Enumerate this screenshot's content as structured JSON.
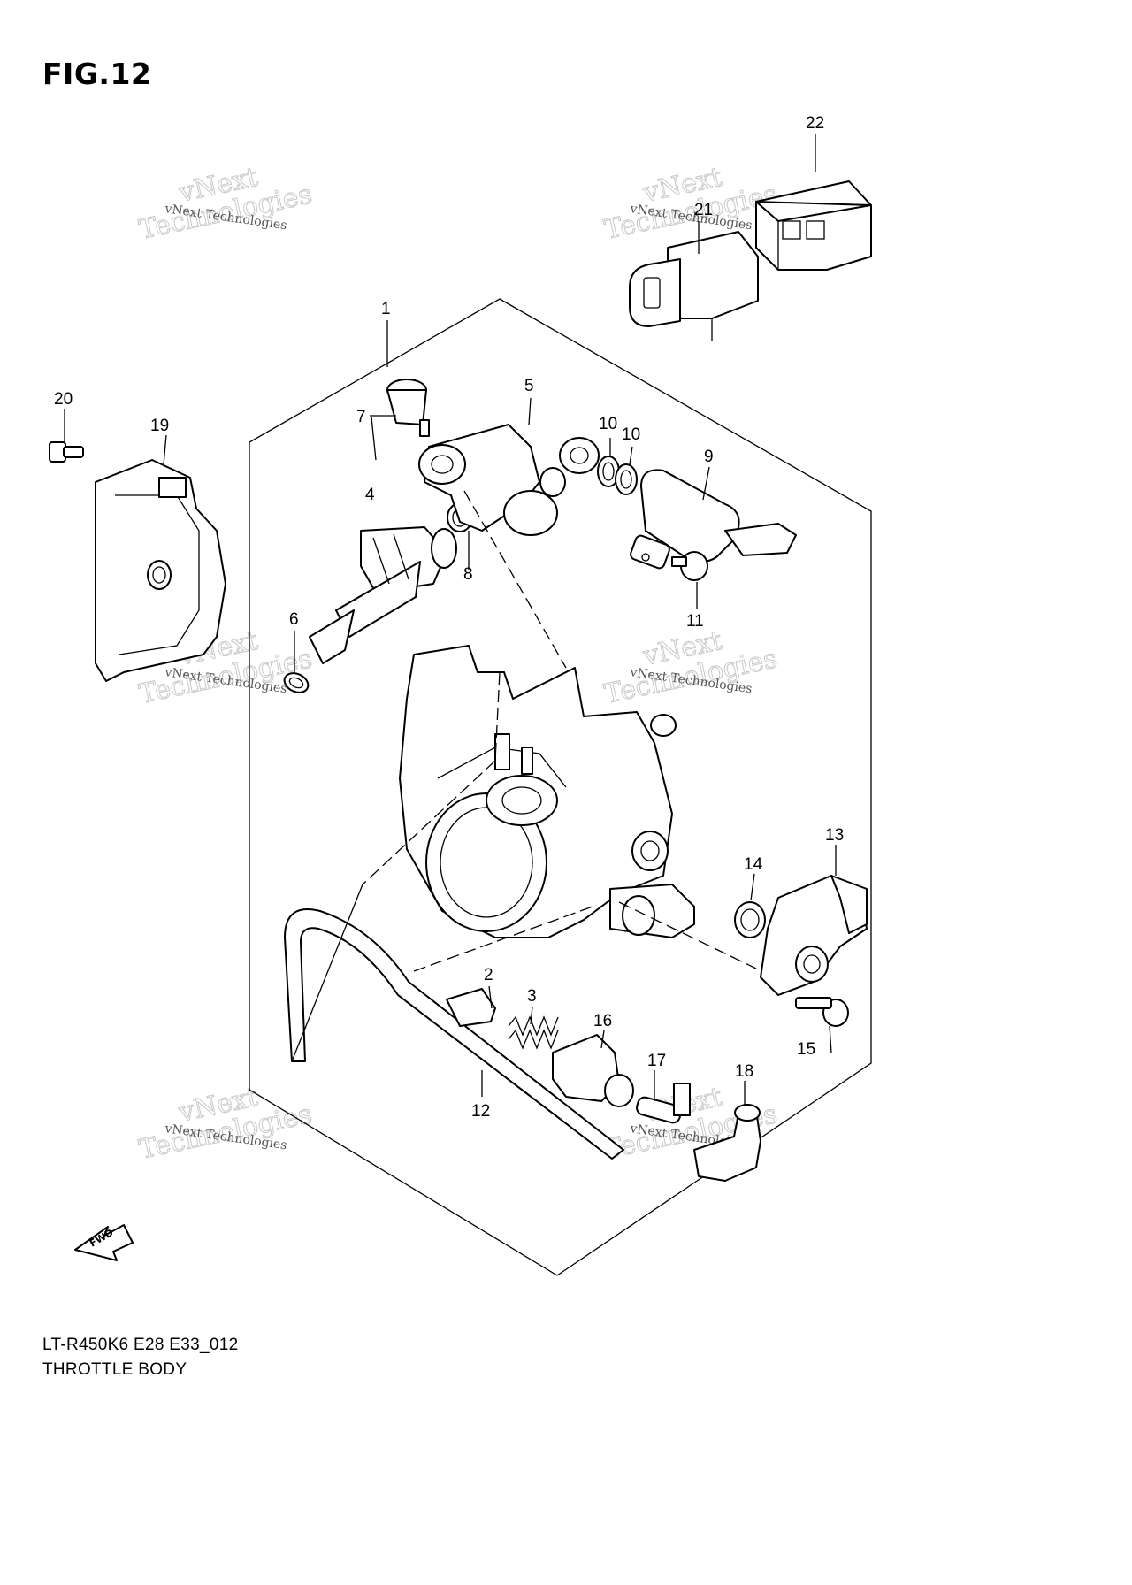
{
  "figure": {
    "title": "FIG.12",
    "model_code": "LT-R450K6 E28 E33_012",
    "caption": "THROTTLE BODY",
    "fwd_label": "FWD"
  },
  "watermark": {
    "line1": "vNext",
    "line2": "Technologies",
    "full": "vNext Technologies"
  },
  "callouts": {
    "c1": "1",
    "c2": "2",
    "c3": "3",
    "c4": "4",
    "c5": "5",
    "c6": "6",
    "c7": "7",
    "c8": "8",
    "c9": "9",
    "c10a": "10",
    "c10b": "10",
    "c11": "11",
    "c12": "12",
    "c13": "13",
    "c14": "14",
    "c15": "15",
    "c16": "16",
    "c17": "17",
    "c18": "18",
    "c19": "19",
    "c20": "20",
    "c21": "21",
    "c22": "22"
  }
}
